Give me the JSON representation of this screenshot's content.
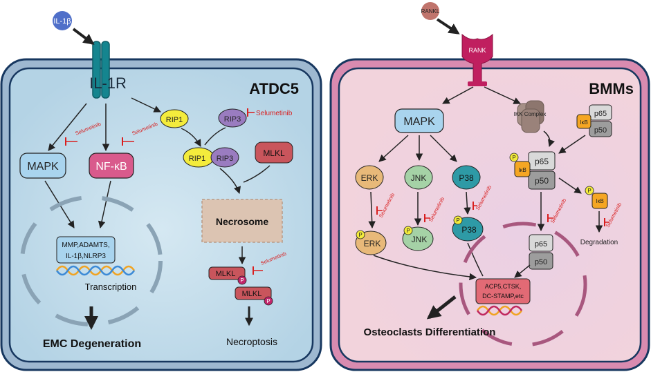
{
  "left_panel": {
    "title": "ATDC5",
    "ligand": "IL-1β",
    "receptor": "IL-1R",
    "nodes": {
      "mapk": "MAPK",
      "nfkb": "NF-κB",
      "rip1": "RIP1",
      "rip3": "RIP3",
      "rip1_complex": "RIP1",
      "rip3_complex": "RIP3",
      "mlkl": "MLKL",
      "necrosome": "Necrosome",
      "mlkl_p1": "MLKL",
      "mlkl_p2": "MLKL",
      "phospho": "P"
    },
    "genes": [
      "MMP,ADAMTS,",
      "IL-1β,NLRP3"
    ],
    "transcription": "Transcription",
    "outcome": "EMC Degeneration",
    "necroptosis": "Necroptosis",
    "colors": {
      "cell_fill": "#b9d7e8",
      "cell_border": "#17375f",
      "mapk": "#a9d4ee",
      "nfkb": "#d95a8c",
      "rip1": "#f4ec3c",
      "rip3": "#9a7cc0",
      "mlkl": "#c9555c",
      "necrosome": "#dcc4b2"
    }
  },
  "right_panel": {
    "title": "BMMs",
    "ligand": "RANKL",
    "receptor": "RANK",
    "nodes": {
      "mapk": "MAPK",
      "erk": "ERK",
      "jnk": "JNK",
      "p38": "P38",
      "erk_p": "ERK",
      "jnk_p": "JNK",
      "p38_p": "P38",
      "ikk": "IKK Complex",
      "p65": "p65",
      "p50": "p50",
      "ikb": "IκB",
      "degradation": "Degradation",
      "phospho": "P"
    },
    "genes": [
      "ACP5,CTSK,",
      "DC-STAMP,etc"
    ],
    "outcome": "Osteoclasts Differentiation",
    "colors": {
      "cell_fill": "#f1d2dc",
      "cell_border": "#17375f",
      "mapk": "#a9d4ee",
      "erk": "#e8b979",
      "jnk": "#a5d2a6",
      "p38": "#2e9aa6",
      "ikb": "#f5a623",
      "p65": "#d9d9d9",
      "p50": "#9d9d9d"
    }
  },
  "inhibitor": "Selumetinib"
}
